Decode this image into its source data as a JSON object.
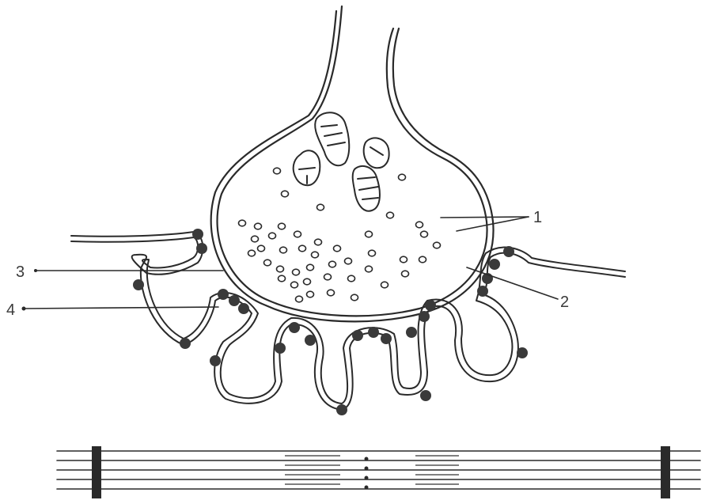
{
  "diagram": {
    "labels": [
      {
        "id": "1",
        "text": "1"
      },
      {
        "id": "2",
        "text": "2"
      },
      {
        "id": "3",
        "text": "3"
      },
      {
        "id": "4",
        "text": "4"
      }
    ]
  },
  "colors": {
    "ink": "#2a2a2a",
    "background": "#ffffff"
  }
}
